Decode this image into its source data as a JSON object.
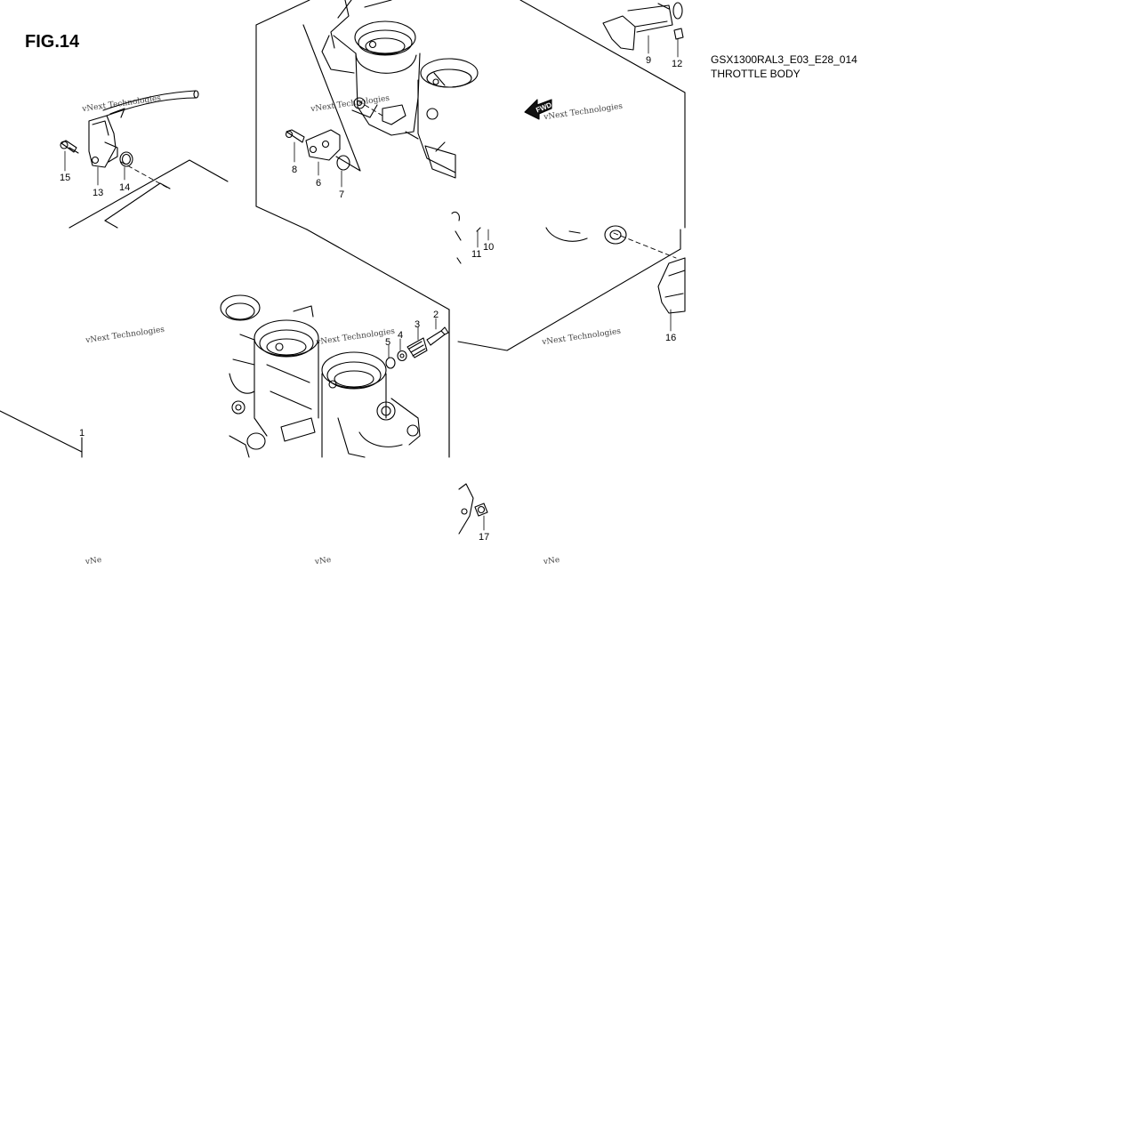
{
  "figure": {
    "title": "FIG.14"
  },
  "diagram": {
    "code": "GSX1300RAL3_E03_E28_014",
    "name": "THROTTLE BODY"
  },
  "callouts": [
    "1",
    "2",
    "3",
    "4",
    "5",
    "6",
    "7",
    "8",
    "9",
    "10",
    "11",
    "12",
    "13",
    "14",
    "15",
    "16",
    "17"
  ],
  "direction_arrow": "FWD",
  "watermark": {
    "text": "vNext Technologies",
    "fragment": "vNe"
  }
}
